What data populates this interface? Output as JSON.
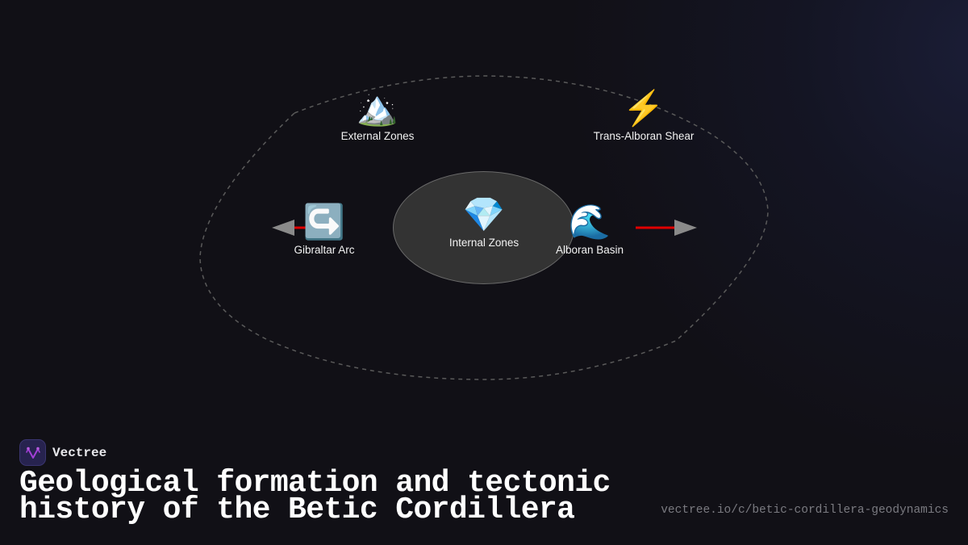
{
  "diagram": {
    "center": {
      "label": "Internal Zones",
      "icon": "gem-icon",
      "glyph": "💎"
    },
    "nodes": [
      {
        "id": "external-zones",
        "label": "External Zones",
        "icon": "snow-capped-mountain-icon",
        "glyph": "🏔️"
      },
      {
        "id": "trans-alboran-shear",
        "label": "Trans-Alboran Shear",
        "icon": "lightning-icon",
        "glyph": "⚡"
      },
      {
        "id": "gibraltar-arc",
        "label": "Gibraltar Arc",
        "icon": "right-arrow-curving-left-icon",
        "glyph": "↪️"
      },
      {
        "id": "alboran-basin",
        "label": "Alboran Basin",
        "icon": "water-wave-icon",
        "glyph": "🌊"
      }
    ],
    "arrows": [
      {
        "from": "gibraltar-arc",
        "direction": "left",
        "color": "#e00000",
        "head_color": "#8a8a8a"
      },
      {
        "from": "alboran-basin",
        "direction": "right",
        "color": "#e00000",
        "head_color": "#8a8a8a"
      }
    ],
    "outline": {
      "style": "dashed",
      "color": "#5a5a5a"
    }
  },
  "brand": {
    "name": "Vectree",
    "accent": "#a23fd6"
  },
  "title": {
    "line1": "Geological formation and tectonic",
    "line2": "history of the Betic Cordillera"
  },
  "url": "vectree.io/c/betic-cordillera-geodynamics"
}
